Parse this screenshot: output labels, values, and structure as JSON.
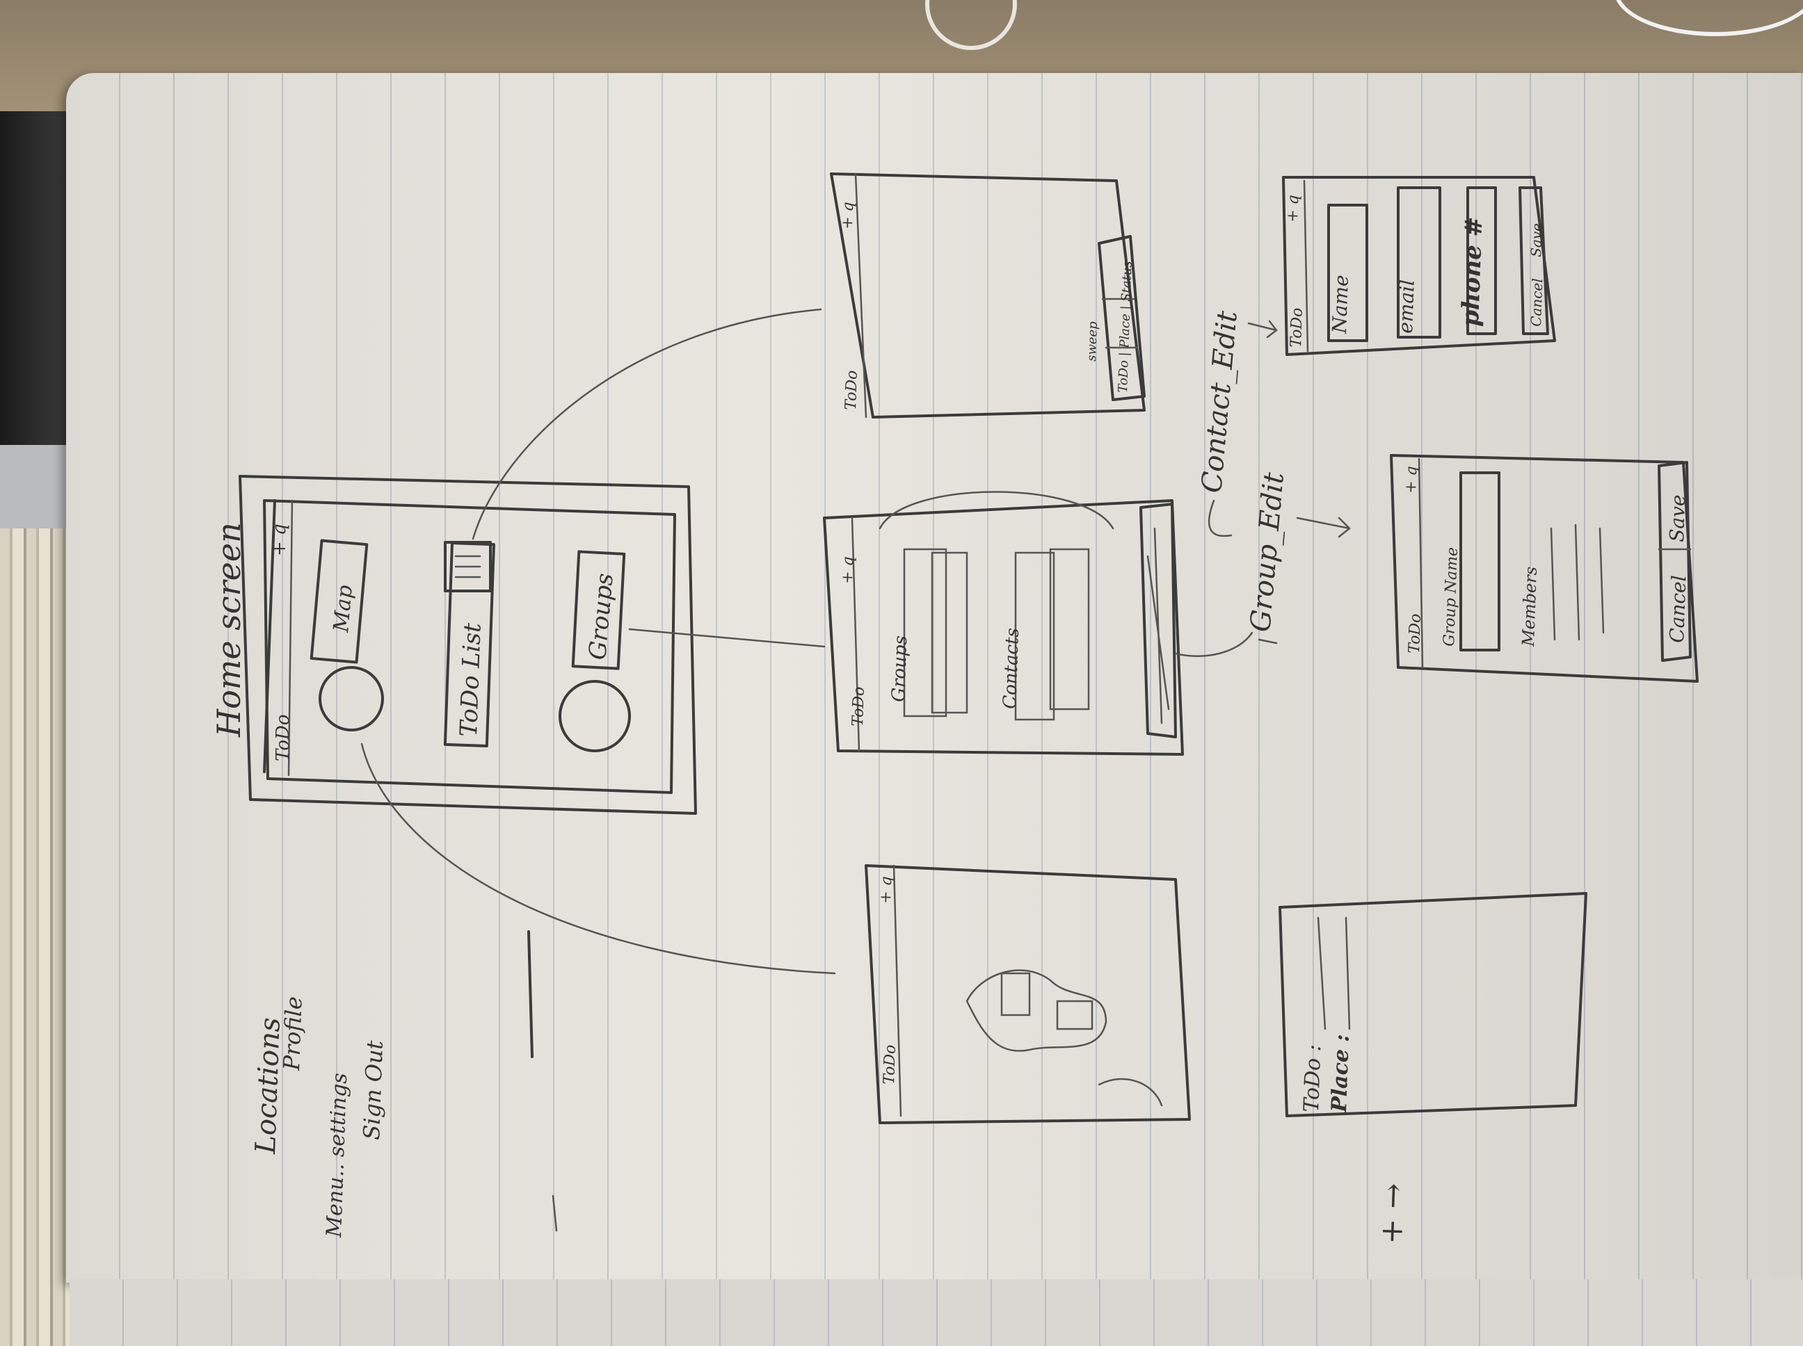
{
  "sketch": {
    "home_screen": {
      "title": "Home screen",
      "app_label": "ToDo",
      "actions": "+ q",
      "map_button": "Map",
      "todo_list_button": "ToDo List",
      "groups_button": "Groups"
    },
    "menu_notes": {
      "locations": "Locations",
      "profile": "Profile",
      "menu_settings": "Menu.. settings",
      "sign_out": "Sign Out"
    },
    "todo_screen": {
      "app_label": "ToDo",
      "actions": "+ q",
      "note": "sweep",
      "tabs": "ToDo | Place | Status"
    },
    "groups_screen": {
      "app_label": "ToDo",
      "actions": "+ q",
      "section_groups": "Groups",
      "section_contacts": "Contacts"
    },
    "arrows": {
      "contact_edit": "Contact_Edit",
      "group_edit": "Group_Edit"
    },
    "contact_edit_screen": {
      "app_label": "ToDo",
      "actions": "+ q",
      "name_label": "Name",
      "email_label": "email",
      "phone_label": "phone #",
      "cancel_button": "Cancel",
      "save_button": "Save"
    },
    "group_edit_screen": {
      "app_label": "ToDo",
      "actions": "+ q",
      "group_name_label": "Group Name",
      "members_label": "Members",
      "cancel_button": "Cancel",
      "save_button": "Save"
    },
    "map_screen": {
      "app_label": "ToDo",
      "actions": "+ q"
    },
    "new_todo_screen": {
      "todo_label": "ToDo :",
      "place_label": "Place :"
    },
    "plus_arrow": "+ →"
  }
}
